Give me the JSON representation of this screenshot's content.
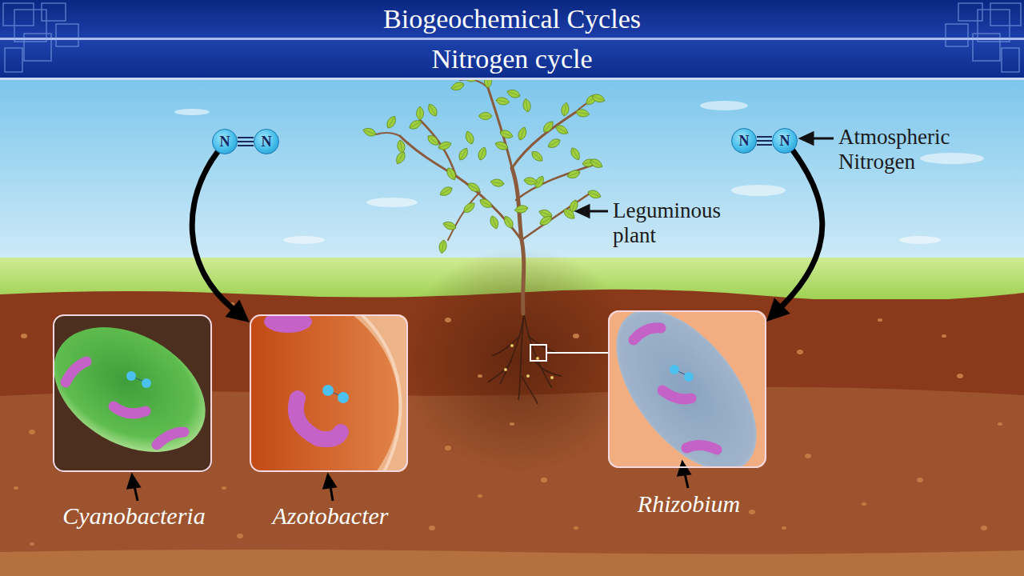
{
  "diagram": {
    "title": "Biogeochemical Cycles",
    "nodes": [
      {
        "text": [
          "N"
        ]
      },
      {
        "text": [
          "N"
        ]
      },
      {
        "text": [
          "N"
        ]
      },
      {
        "text": [
          "N"
        ]
      },
      {
        "text": [
          "Cyanobacteria"
        ]
      },
      {
        "text": [
          "Azotobacter"
        ]
      },
      {
        "text": [
          "Rhizobium"
        ]
      }
    ],
    "edges": [
      {
        "from": 0,
        "to": 5,
        "arrow": "to"
      },
      {
        "from": 3,
        "to": 6,
        "arrow": "to"
      }
    ],
    "labels": [
      "Nitrogen cycle",
      "Leguminous plant",
      "Atmospheric Nitrogen"
    ]
  }
}
